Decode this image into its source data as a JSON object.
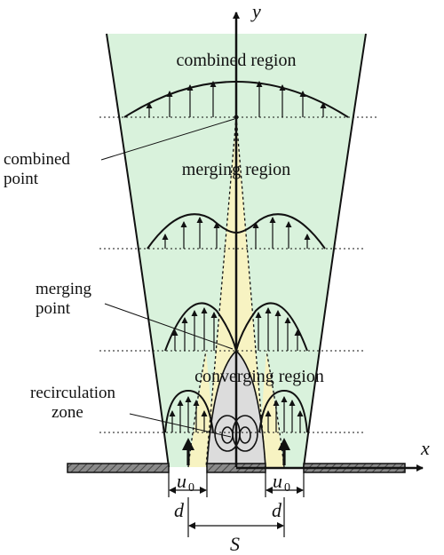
{
  "axes": {
    "x_label": "x",
    "y_label": "y"
  },
  "regions": {
    "combined": "combined region",
    "merging": "merging region",
    "converging": "converging region"
  },
  "annotations": {
    "combined_point": [
      "combined",
      "point"
    ],
    "merging_point": [
      "merging",
      "point"
    ],
    "recirculation_zone": [
      "recirculation",
      "zone"
    ]
  },
  "dimensions": {
    "u_symbol": "u",
    "u_subscript": "0",
    "nozzle_width": "d",
    "spacing": "S"
  },
  "colors": {
    "combined_fill": "#d9f2dc",
    "merging_fill": "#f7f3c2",
    "recirculation_fill": "#dcdcdc",
    "line": "#111111"
  }
}
